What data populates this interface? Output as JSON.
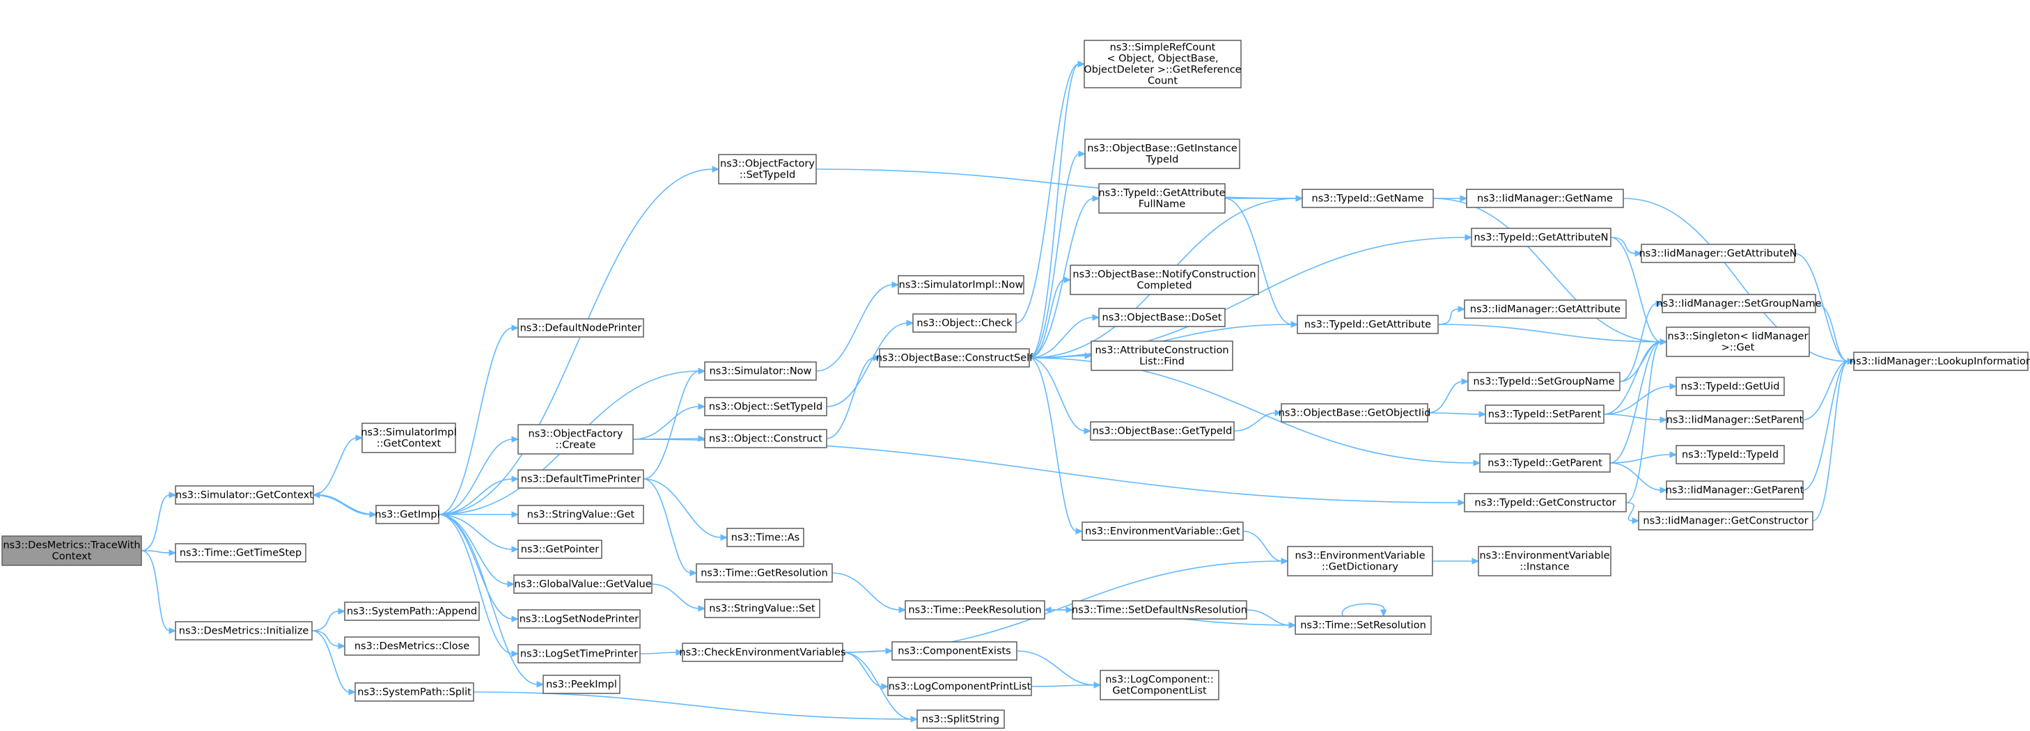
{
  "graph": {
    "nodes": [
      {
        "id": "n0",
        "lines": [
          "ns3::DesMetrics::TraceWith",
          "Context"
        ],
        "root": true
      },
      {
        "id": "n1",
        "lines": [
          "ns3::Simulator::GetContext"
        ]
      },
      {
        "id": "n2",
        "lines": [
          "ns3::Time::GetTimeStep"
        ]
      },
      {
        "id": "n3",
        "lines": [
          "ns3::DesMetrics::Initialize"
        ]
      },
      {
        "id": "n4",
        "lines": [
          "ns3::GetImpl"
        ]
      },
      {
        "id": "n5",
        "lines": [
          "ns3::SimulatorImpl",
          "::GetContext"
        ]
      },
      {
        "id": "n6",
        "lines": [
          "ns3::SystemPath::Append"
        ]
      },
      {
        "id": "n7",
        "lines": [
          "ns3::DesMetrics::Close"
        ]
      },
      {
        "id": "n8",
        "lines": [
          "ns3::SystemPath::Split"
        ]
      },
      {
        "id": "n9",
        "lines": [
          "ns3::DefaultNodePrinter"
        ]
      },
      {
        "id": "n10",
        "lines": [
          "ns3::ObjectFactory",
          "::Create"
        ]
      },
      {
        "id": "n11",
        "lines": [
          "ns3::DefaultTimePrinter"
        ]
      },
      {
        "id": "n12",
        "lines": [
          "ns3::StringValue::Get"
        ]
      },
      {
        "id": "n13",
        "lines": [
          "ns3::GetPointer"
        ]
      },
      {
        "id": "n14",
        "lines": [
          "ns3::GlobalValue::GetValue"
        ]
      },
      {
        "id": "n15",
        "lines": [
          "ns3::LogSetNodePrinter"
        ]
      },
      {
        "id": "n16",
        "lines": [
          "ns3::LogSetTimePrinter"
        ]
      },
      {
        "id": "n17",
        "lines": [
          "ns3::PeekImpl"
        ]
      },
      {
        "id": "n18",
        "lines": [
          "ns3::ObjectFactory",
          "::SetTypeId"
        ]
      },
      {
        "id": "n19",
        "lines": [
          "ns3::Simulator::Now"
        ]
      },
      {
        "id": "n20",
        "lines": [
          "ns3::SimulatorImpl::Now"
        ]
      },
      {
        "id": "n21",
        "lines": [
          "ns3::Object::Check"
        ]
      },
      {
        "id": "n22",
        "lines": [
          "ns3::ObjectBase::ConstructSelf"
        ]
      },
      {
        "id": "n23",
        "lines": [
          "ns3::Object::SetTypeId"
        ]
      },
      {
        "id": "n24",
        "lines": [
          "ns3::Object::Construct"
        ]
      },
      {
        "id": "n25",
        "lines": [
          "ns3::Time::As"
        ]
      },
      {
        "id": "n26",
        "lines": [
          "ns3::Time::GetResolution"
        ]
      },
      {
        "id": "n27",
        "lines": [
          "ns3::StringValue::Set"
        ]
      },
      {
        "id": "n28",
        "lines": [
          "ns3::CheckEnvironmentVariables"
        ]
      },
      {
        "id": "n29",
        "lines": [
          "ns3::SplitString"
        ]
      },
      {
        "id": "n30",
        "lines": [
          "ns3::SimpleRefCount",
          "< Object, ObjectBase,",
          "ObjectDeleter >::GetReference",
          "Count"
        ]
      },
      {
        "id": "n31",
        "lines": [
          "ns3::ObjectBase::GetInstance",
          "TypeId"
        ]
      },
      {
        "id": "n32",
        "lines": [
          "ns3::TypeId::GetAttribute",
          "FullName"
        ]
      },
      {
        "id": "n33",
        "lines": [
          "ns3::ObjectBase::NotifyConstruction",
          "Completed"
        ]
      },
      {
        "id": "n34",
        "lines": [
          "ns3::ObjectBase::DoSet"
        ]
      },
      {
        "id": "n35",
        "lines": [
          "ns3::AttributeConstruction",
          "List::Find"
        ]
      },
      {
        "id": "n36",
        "lines": [
          "ns3::ObjectBase::GetTypeId"
        ]
      },
      {
        "id": "n37",
        "lines": [
          "ns3::EnvironmentVariable::Get"
        ]
      },
      {
        "id": "n38",
        "lines": [
          "ns3::TypeId::GetName"
        ]
      },
      {
        "id": "n39",
        "lines": [
          "ns3::TypeId::GetAttributeN"
        ]
      },
      {
        "id": "n40",
        "lines": [
          "ns3::TypeId::GetAttribute"
        ]
      },
      {
        "id": "n41",
        "lines": [
          "ns3::ObjectBase::GetObjectIid"
        ]
      },
      {
        "id": "n42",
        "lines": [
          "ns3::TypeId::GetParent"
        ]
      },
      {
        "id": "n43",
        "lines": [
          "ns3::TypeId::GetConstructor"
        ]
      },
      {
        "id": "n44",
        "lines": [
          "ns3::EnvironmentVariable",
          "::GetDictionary"
        ]
      },
      {
        "id": "n45",
        "lines": [
          "ns3::Time::PeekResolution"
        ]
      },
      {
        "id": "n46",
        "lines": [
          "ns3::Time::SetDefaultNsResolution"
        ]
      },
      {
        "id": "n47",
        "lines": [
          "ns3::Time::SetResolution"
        ]
      },
      {
        "id": "n48",
        "lines": [
          "ns3::ComponentExists"
        ]
      },
      {
        "id": "n49",
        "lines": [
          "ns3::LogComponentPrintList"
        ]
      },
      {
        "id": "n50",
        "lines": [
          "ns3::LogComponent::",
          "GetComponentList"
        ]
      },
      {
        "id": "n51",
        "lines": [
          "ns3::IidManager::GetName"
        ]
      },
      {
        "id": "n52",
        "lines": [
          "ns3::IidManager::GetAttributeN"
        ]
      },
      {
        "id": "n53",
        "lines": [
          "ns3::IidManager::GetAttribute"
        ]
      },
      {
        "id": "n54",
        "lines": [
          "ns3::IidManager::SetGroupName"
        ]
      },
      {
        "id": "n55",
        "lines": [
          "ns3::Singleton< IidManager",
          " >::Get"
        ]
      },
      {
        "id": "n56",
        "lines": [
          "ns3::TypeId::SetGroupName"
        ]
      },
      {
        "id": "n57",
        "lines": [
          "ns3::TypeId::SetParent"
        ]
      },
      {
        "id": "n58",
        "lines": [
          "ns3::TypeId::GetUid"
        ]
      },
      {
        "id": "n59",
        "lines": [
          "ns3::IidManager::SetParent"
        ]
      },
      {
        "id": "n60",
        "lines": [
          "ns3::TypeId::TypeId"
        ]
      },
      {
        "id": "n61",
        "lines": [
          "ns3::IidManager::GetParent"
        ]
      },
      {
        "id": "n62",
        "lines": [
          "ns3::IidManager::GetConstructor"
        ]
      },
      {
        "id": "n63",
        "lines": [
          "ns3::EnvironmentVariable",
          "::Instance"
        ]
      },
      {
        "id": "n64",
        "lines": [
          "ns3::IidManager::LookupInformation"
        ]
      }
    ],
    "edges": [
      [
        "n0",
        "n1"
      ],
      [
        "n0",
        "n2"
      ],
      [
        "n0",
        "n3"
      ],
      [
        "n1",
        "n4"
      ],
      [
        "n1",
        "n5"
      ],
      [
        "n3",
        "n6"
      ],
      [
        "n3",
        "n7"
      ],
      [
        "n3",
        "n8"
      ],
      [
        "n8",
        "n29"
      ],
      [
        "n4",
        "n1"
      ],
      [
        "n4",
        "n9"
      ],
      [
        "n4",
        "n10"
      ],
      [
        "n4",
        "n11"
      ],
      [
        "n4",
        "n12"
      ],
      [
        "n4",
        "n13"
      ],
      [
        "n4",
        "n14"
      ],
      [
        "n4",
        "n15"
      ],
      [
        "n4",
        "n16"
      ],
      [
        "n4",
        "n17"
      ],
      [
        "n4",
        "n18"
      ],
      [
        "n4",
        "n19"
      ],
      [
        "n10",
        "n23"
      ],
      [
        "n10",
        "n24"
      ],
      [
        "n10",
        "n43"
      ],
      [
        "n11",
        "n19"
      ],
      [
        "n11",
        "n25"
      ],
      [
        "n11",
        "n26"
      ],
      [
        "n14",
        "n27"
      ],
      [
        "n16",
        "n28"
      ],
      [
        "n18",
        "n38"
      ],
      [
        "n19",
        "n20"
      ],
      [
        "n23",
        "n21"
      ],
      [
        "n21",
        "n30"
      ],
      [
        "n24",
        "n22"
      ],
      [
        "n22",
        "n30"
      ],
      [
        "n22",
        "n31"
      ],
      [
        "n22",
        "n32"
      ],
      [
        "n22",
        "n33"
      ],
      [
        "n22",
        "n34"
      ],
      [
        "n22",
        "n35"
      ],
      [
        "n22",
        "n36"
      ],
      [
        "n22",
        "n37"
      ],
      [
        "n22",
        "n38"
      ],
      [
        "n22",
        "n39"
      ],
      [
        "n22",
        "n40"
      ],
      [
        "n22",
        "n42"
      ],
      [
        "n26",
        "n45"
      ],
      [
        "n28",
        "n44"
      ],
      [
        "n28",
        "n48"
      ],
      [
        "n28",
        "n49"
      ],
      [
        "n28",
        "n29"
      ],
      [
        "n32",
        "n38"
      ],
      [
        "n32",
        "n40"
      ],
      [
        "n36",
        "n41"
      ],
      [
        "n37",
        "n44"
      ],
      [
        "n38",
        "n51"
      ],
      [
        "n38",
        "n55"
      ],
      [
        "n39",
        "n52"
      ],
      [
        "n39",
        "n55"
      ],
      [
        "n40",
        "n53"
      ],
      [
        "n40",
        "n55"
      ],
      [
        "n41",
        "n56"
      ],
      [
        "n41",
        "n57"
      ],
      [
        "n42",
        "n60"
      ],
      [
        "n42",
        "n61"
      ],
      [
        "n42",
        "n55"
      ],
      [
        "n43",
        "n62"
      ],
      [
        "n43",
        "n55"
      ],
      [
        "n44",
        "n63"
      ],
      [
        "n45",
        "n46"
      ],
      [
        "n46",
        "n47"
      ],
      [
        "n47",
        "n45"
      ],
      [
        "n47",
        "n47"
      ],
      [
        "n48",
        "n50"
      ],
      [
        "n49",
        "n50"
      ],
      [
        "n51",
        "n64"
      ],
      [
        "n52",
        "n64"
      ],
      [
        "n54",
        "n64"
      ],
      [
        "n59",
        "n64"
      ],
      [
        "n61",
        "n64"
      ],
      [
        "n62",
        "n64"
      ],
      [
        "n56",
        "n54"
      ],
      [
        "n56",
        "n55"
      ],
      [
        "n57",
        "n58"
      ],
      [
        "n57",
        "n59"
      ],
      [
        "n57",
        "n55"
      ]
    ]
  }
}
